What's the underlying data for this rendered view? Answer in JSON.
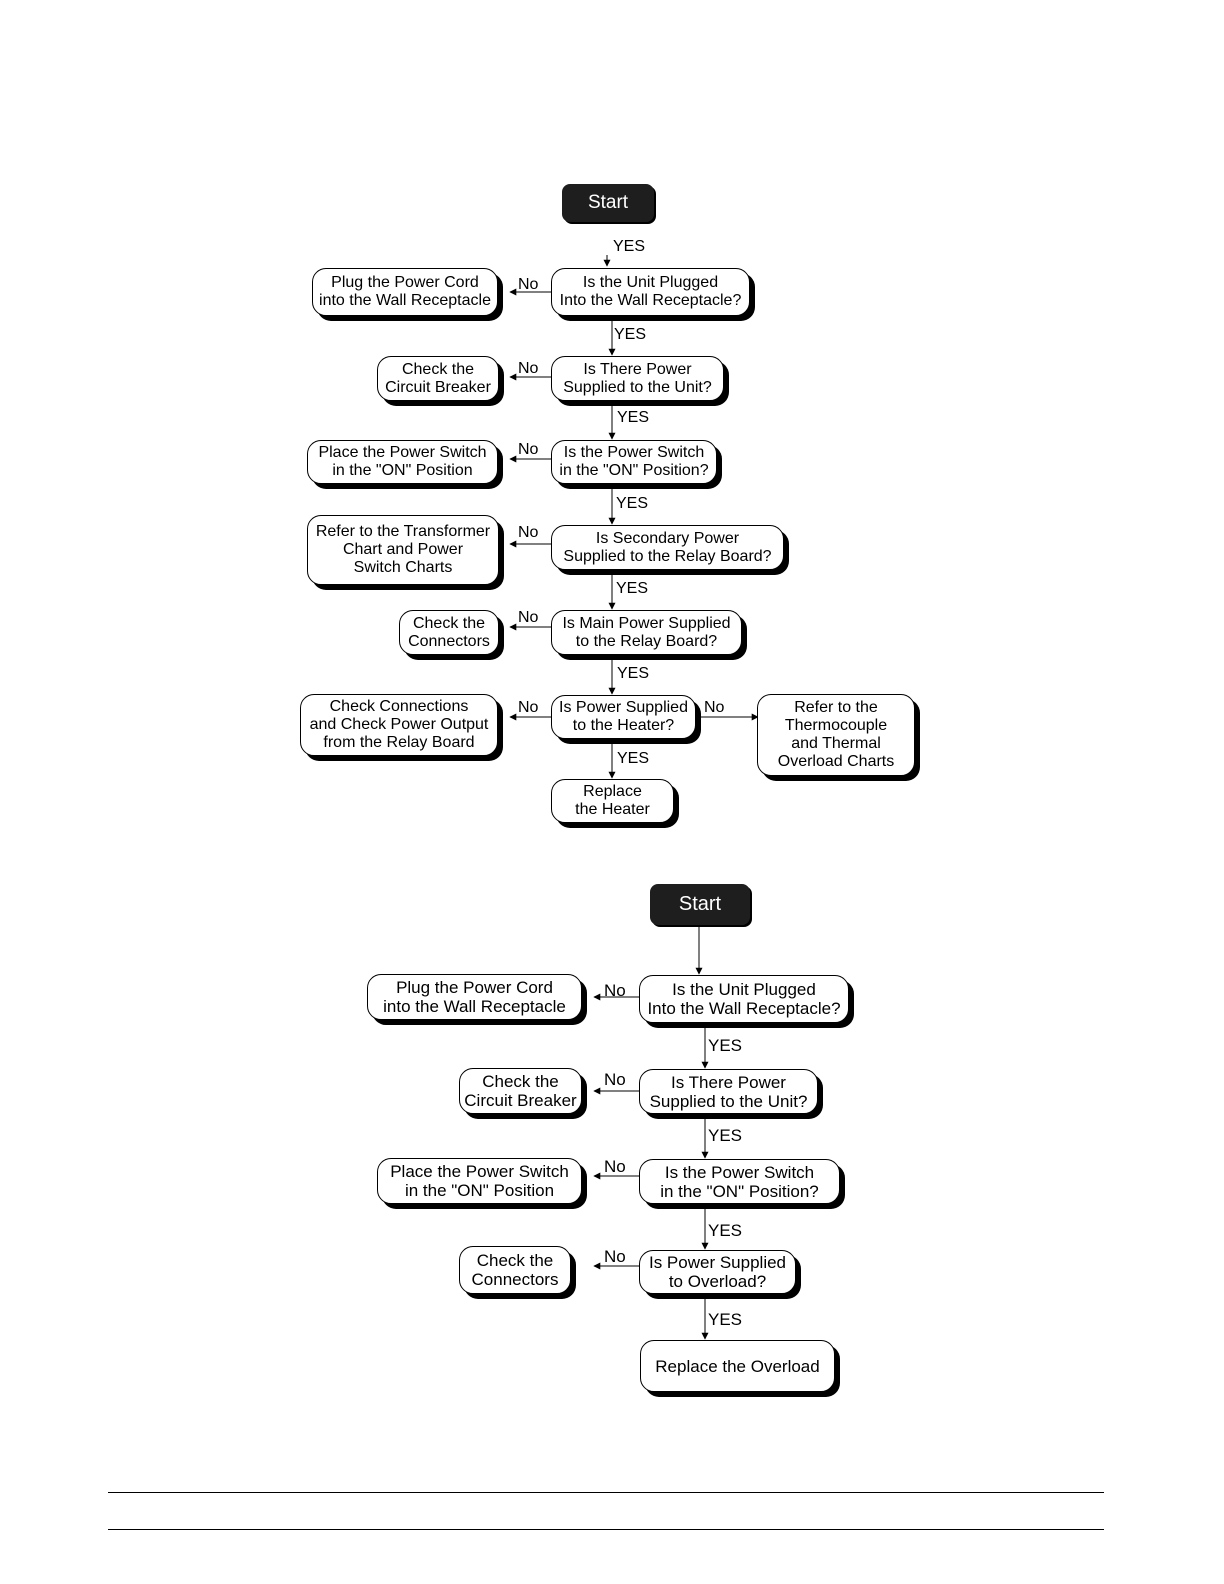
{
  "chart1": {
    "start": "Start",
    "q1": "Is the Unit Plugged\nInto the Wall Receptacle?",
    "a1": "Plug the Power Cord\ninto the Wall Receptacle",
    "q2": "Is There Power\nSupplied to the Unit?",
    "a2": "Check the\nCircuit Breaker",
    "q3": "Is the Power Switch\nin the \"ON\" Position?",
    "a3": "Place the Power Switch\nin the \"ON\" Position",
    "q4": "Is Secondary Power\nSupplied to the Relay Board?",
    "a4": "Refer to the Transformer\nChart and Power\nSwitch Charts",
    "q5": "Is Main Power Supplied\nto the Relay Board?",
    "a5": "Check the\nConnectors",
    "q6": "Is Power Supplied\nto the Heater?",
    "a6": "Check Connections\nand Check Power Output\nfrom the Relay Board",
    "a6r": "Refer to the\nThermocouple\nand Thermal\nOverload Charts",
    "end": "Replace\nthe Heater",
    "yes": "YES",
    "no": "No"
  },
  "chart2": {
    "start": "Start",
    "q1": "Is the  Unit Plugged\nInto the Wall Receptacle?",
    "a1": "Plug the Power Cord\ninto the Wall Receptacle",
    "q2": "Is There Power\nSupplied to the Unit?",
    "a2": "Check the\nCircuit Breaker",
    "q3": "Is the Power Switch\nin the \"ON\" Position?",
    "a3": "Place the Power Switch\nin the \"ON\" Position",
    "q4": "Is Power Supplied\nto Overload?",
    "a4": "Check the\nConnectors",
    "end": "Replace the Overload",
    "yes": "YES",
    "no": "No"
  }
}
